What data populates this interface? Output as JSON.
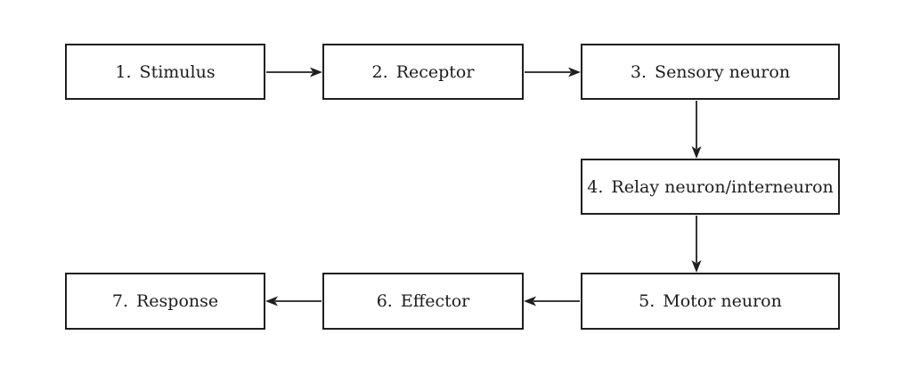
{
  "diagram": {
    "type": "flowchart",
    "subject": "reflex-arc",
    "colors": {
      "background": "#ffffff",
      "box_fill": "#ffffff",
      "box_border": "#1f1f1f",
      "text": "#1c1c1c",
      "arrow": "#1f1f1f"
    },
    "nodes": [
      {
        "id": "stimulus",
        "number": "1.",
        "label": "Stimulus"
      },
      {
        "id": "receptor",
        "number": "2.",
        "label": "Receptor"
      },
      {
        "id": "sensory-neuron",
        "number": "3.",
        "label": "Sensory neuron"
      },
      {
        "id": "relay-neuron",
        "number": "4.",
        "label": "Relay neuron/interneuron"
      },
      {
        "id": "motor-neuron",
        "number": "5.",
        "label": "Motor neuron"
      },
      {
        "id": "effector",
        "number": "6.",
        "label": "Effector"
      },
      {
        "id": "response",
        "number": "7.",
        "label": "Response"
      }
    ],
    "edges": [
      {
        "from": "stimulus",
        "to": "receptor",
        "direction": "right"
      },
      {
        "from": "receptor",
        "to": "sensory-neuron",
        "direction": "right"
      },
      {
        "from": "sensory-neuron",
        "to": "relay-neuron",
        "direction": "down"
      },
      {
        "from": "relay-neuron",
        "to": "motor-neuron",
        "direction": "down"
      },
      {
        "from": "motor-neuron",
        "to": "effector",
        "direction": "left"
      },
      {
        "from": "effector",
        "to": "response",
        "direction": "left"
      }
    ]
  }
}
